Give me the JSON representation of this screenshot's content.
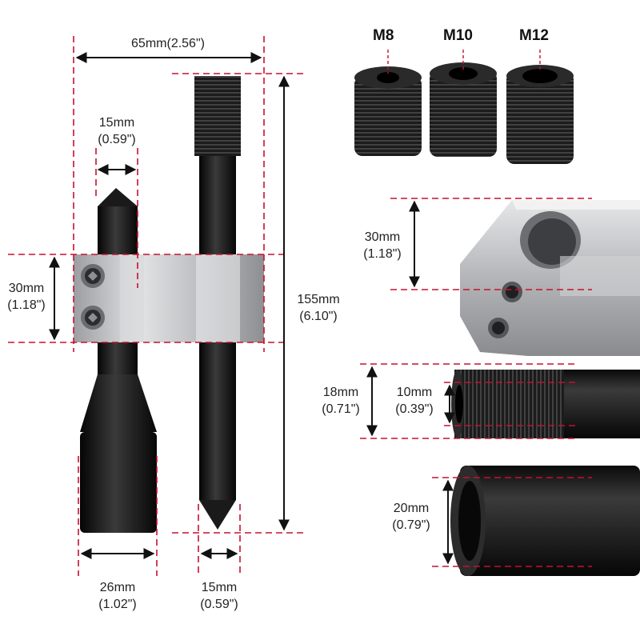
{
  "colors": {
    "dimension_line": "#c8102e",
    "arrow": "#111111",
    "tool_black": "#141414",
    "aluminium": "#c9cacc"
  },
  "dimensions": {
    "overall_width": "65mm(2.56\")",
    "cone_tip_width": {
      "mm": "15mm",
      "in": "(0.59\")"
    },
    "clamp_height_left": {
      "mm": "30mm",
      "in": "(1.18\")"
    },
    "overall_length": {
      "mm": "155mm",
      "in": "(6.10\")"
    },
    "handle_diameter": {
      "mm": "26mm",
      "in": "(1.02\")"
    },
    "rod_diameter": {
      "mm": "15mm",
      "in": "(0.59\")"
    },
    "clamp_height_detail": {
      "mm": "30mm",
      "in": "(1.18\")"
    },
    "thread_outer": {
      "mm": "18mm",
      "in": "(0.71\")"
    },
    "thread_inner": {
      "mm": "10mm",
      "in": "(0.39\")"
    },
    "sleeve_diameter": {
      "mm": "20mm",
      "in": "(0.79\")"
    }
  },
  "thread_sizes": [
    "M8",
    "M10",
    "M12"
  ]
}
